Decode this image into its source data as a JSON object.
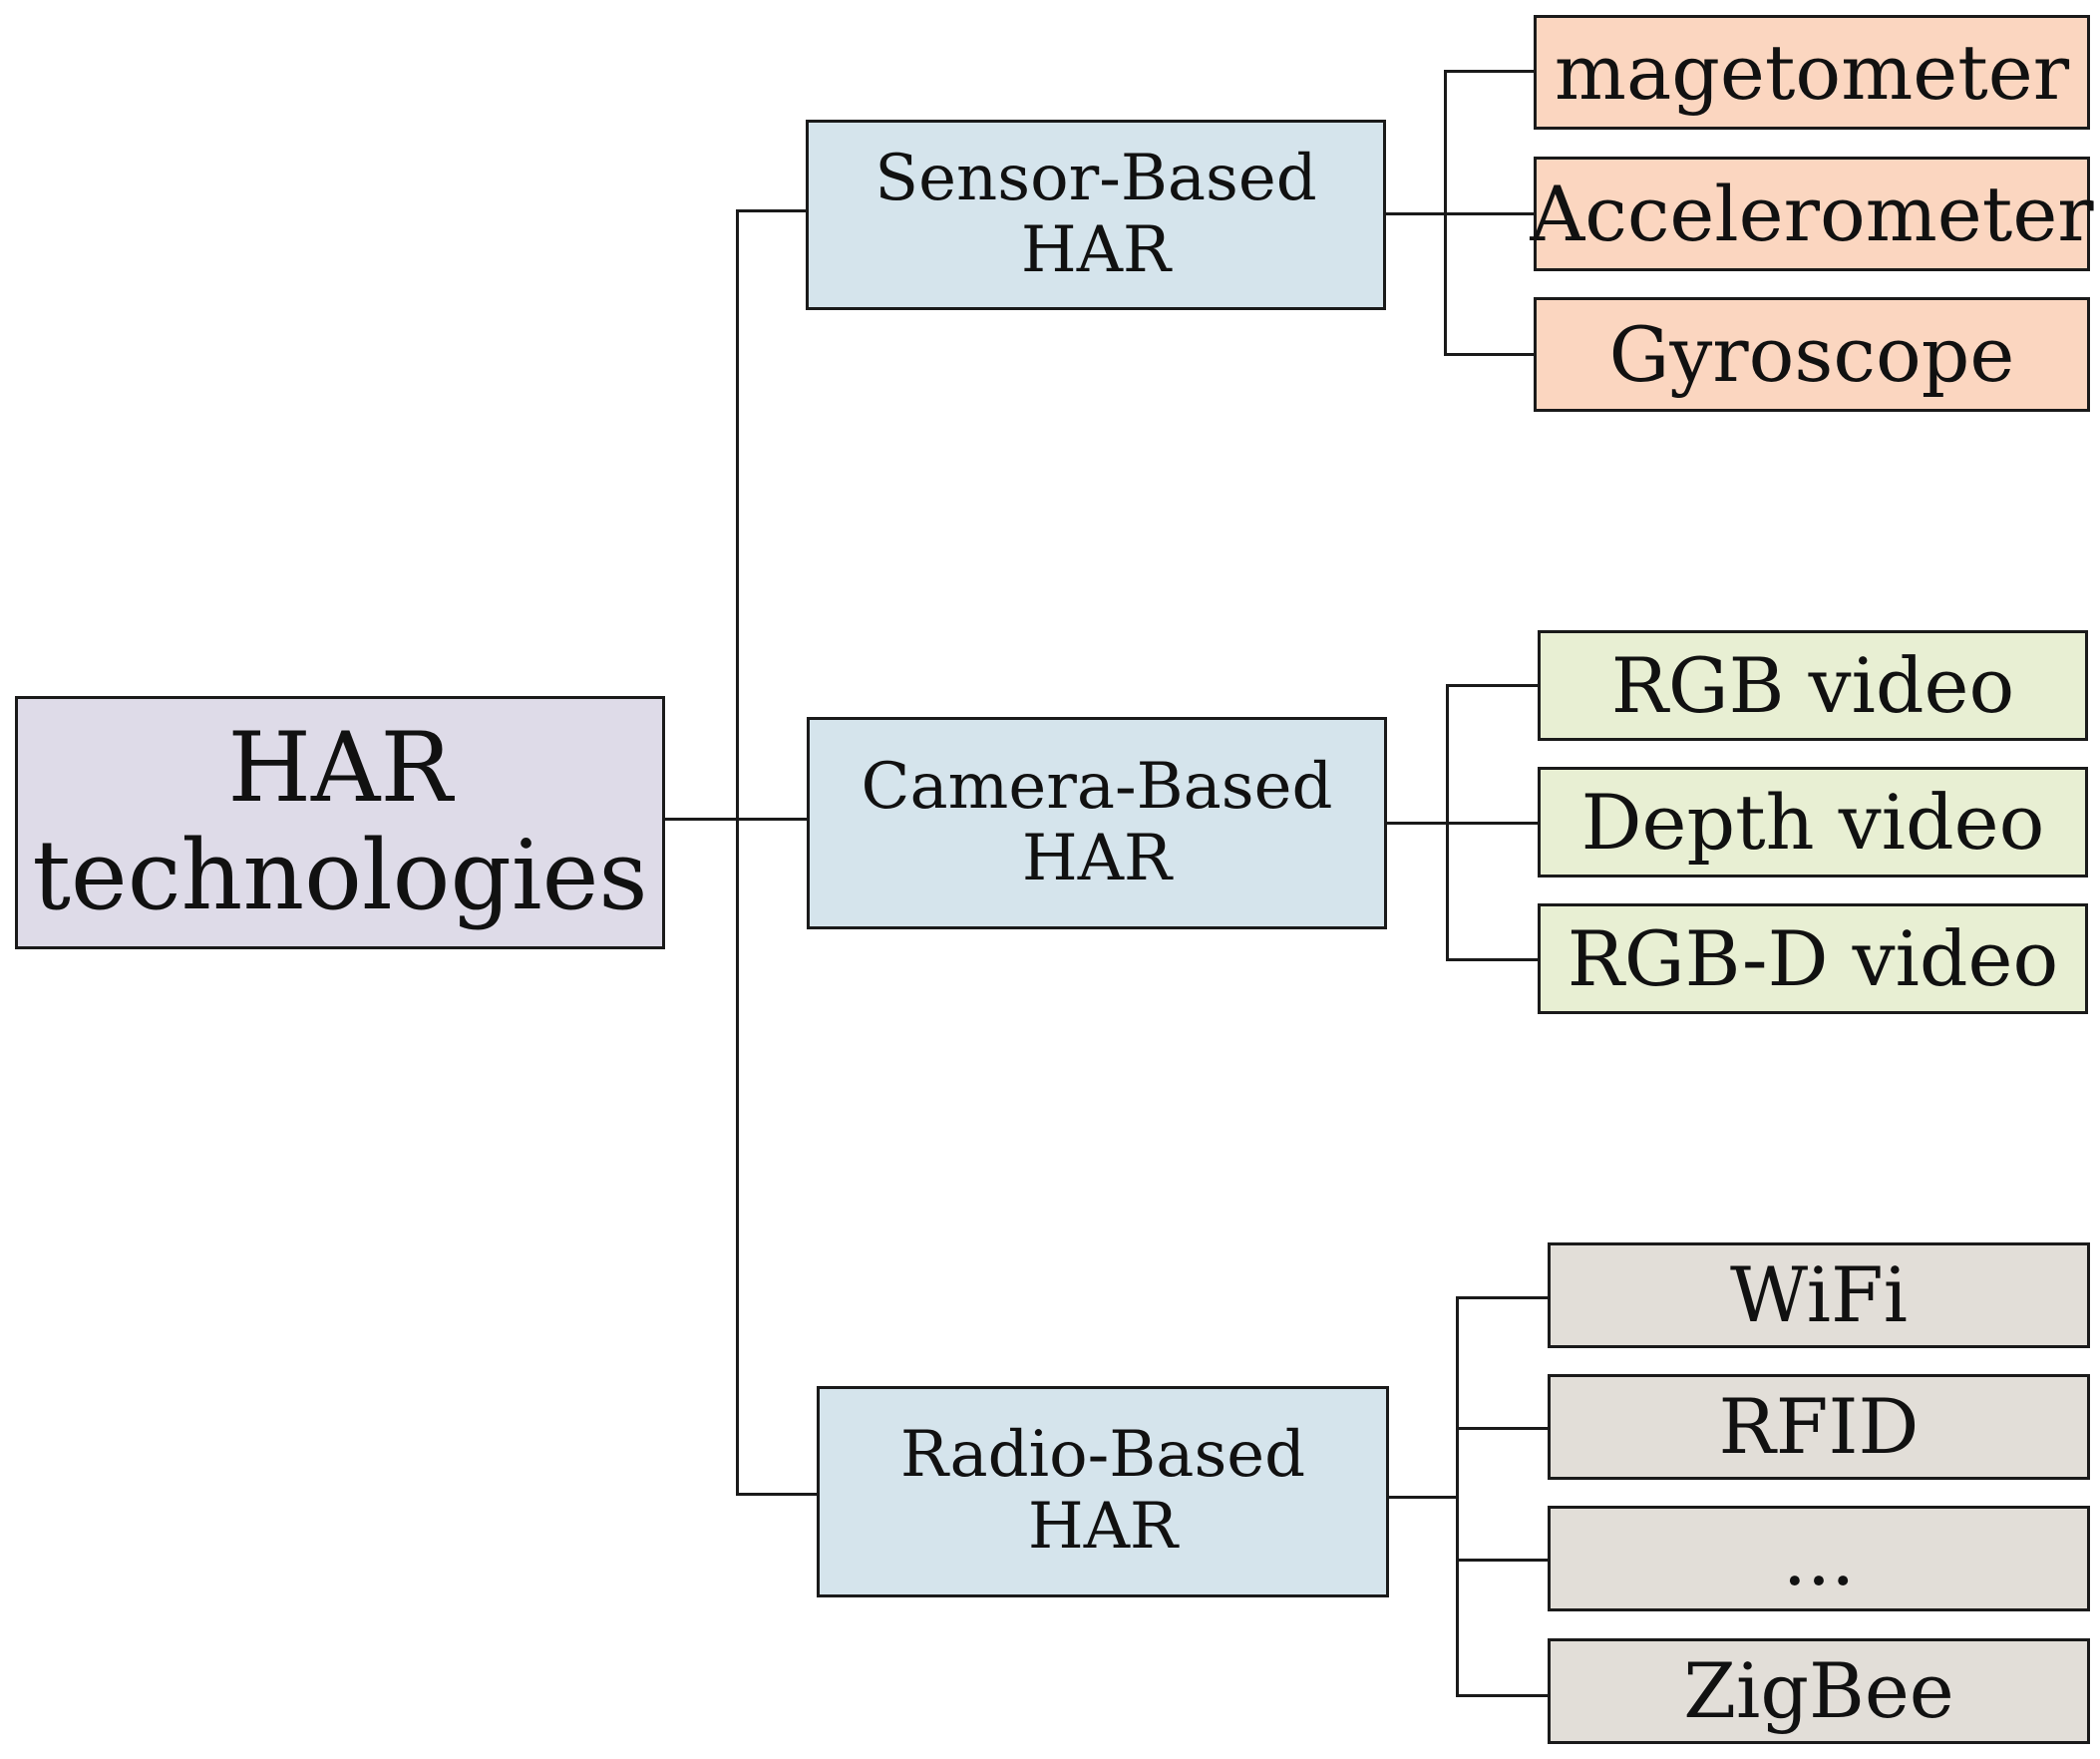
{
  "root": {
    "line1": "HAR",
    "line2": "technologies"
  },
  "branches": [
    {
      "line1": "Sensor-Based",
      "line2": "HAR",
      "items": [
        "magetometer",
        "Accelerometer",
        "Gyroscope"
      ]
    },
    {
      "line1": "Camera-Based",
      "line2": "HAR",
      "items": [
        "RGB video",
        "Depth video",
        "RGB-D video"
      ]
    },
    {
      "line1": "Radio-Based",
      "line2": "HAR",
      "items": [
        "WiFi",
        "RFID",
        "...",
        "ZigBee"
      ]
    }
  ],
  "colors": {
    "root_fill": "#dedbe8",
    "branch_fill": "#d5e4ec",
    "sensor_leaf_fill": "#fbd6c0",
    "camera_leaf_fill": "#e8efd3",
    "radio_leaf_fill": "#e2ded8"
  }
}
